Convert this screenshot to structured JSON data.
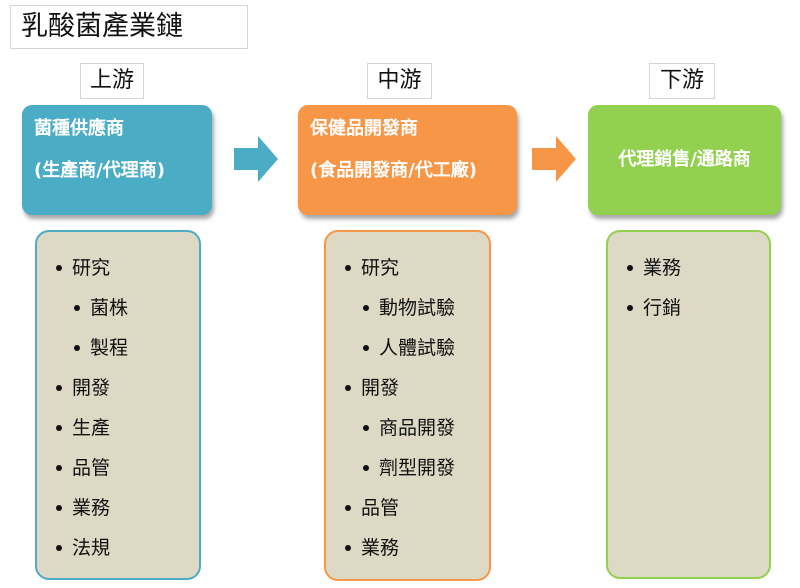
{
  "title": "乳酸菌產業鏈",
  "colors": {
    "upstream": "#4bacc6",
    "midstream": "#f79646",
    "downstream": "#92d050",
    "list_fill": "#ddd9c4"
  },
  "stages": [
    {
      "label": "上游",
      "box_line1": "菌種供應商",
      "box_line2": "(生產商/代理商)",
      "items": [
        {
          "text": "研究",
          "level": 1
        },
        {
          "text": "菌株",
          "level": 2
        },
        {
          "text": "製程",
          "level": 2
        },
        {
          "text": "開發",
          "level": 1
        },
        {
          "text": "生產",
          "level": 1
        },
        {
          "text": "品管",
          "level": 1
        },
        {
          "text": "業務",
          "level": 1
        },
        {
          "text": "法規",
          "level": 1
        }
      ]
    },
    {
      "label": "中游",
      "box_line1": "保健品開發商",
      "box_line2": "(食品開發商/代工廠)",
      "items": [
        {
          "text": "研究",
          "level": 1
        },
        {
          "text": "動物試驗",
          "level": 2
        },
        {
          "text": "人體試驗",
          "level": 2
        },
        {
          "text": "開發",
          "level": 1
        },
        {
          "text": "商品開發",
          "level": 2
        },
        {
          "text": "劑型開發",
          "level": 2
        },
        {
          "text": "品管",
          "level": 1
        },
        {
          "text": "業務",
          "level": 1
        }
      ]
    },
    {
      "label": "下游",
      "box_line1": "代理銷售/通路商",
      "items": [
        {
          "text": "業務",
          "level": 1
        },
        {
          "text": "行銷",
          "level": 1
        }
      ]
    }
  ]
}
